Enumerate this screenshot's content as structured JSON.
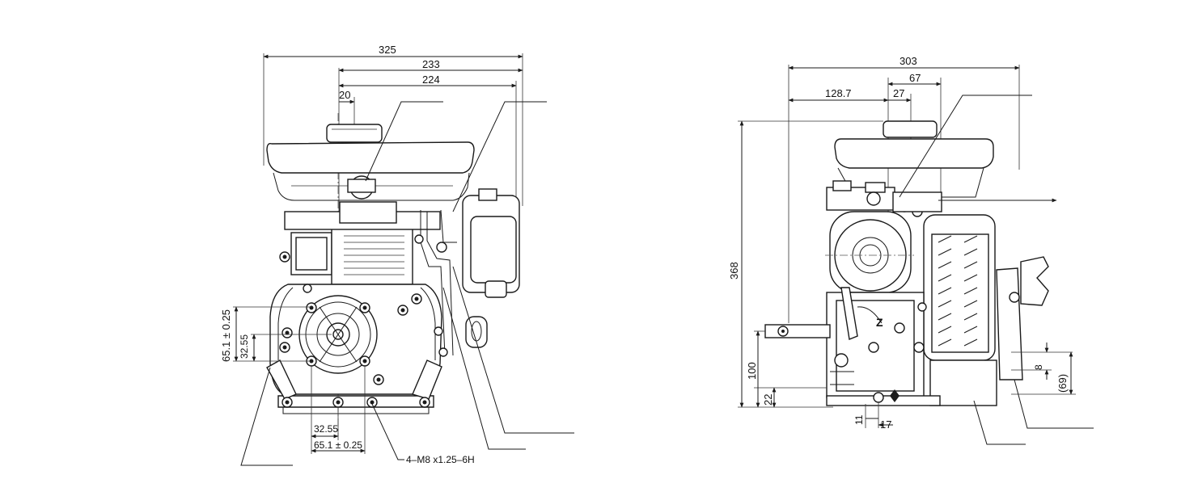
{
  "front_view": {
    "dims": {
      "overall_width": "325",
      "width_233": "233",
      "width_224": "224",
      "offset_20": "20",
      "vert_65_1": "65.1 ± 0.25",
      "vert_32_55": "32.55",
      "horiz_32_55": "32.55",
      "horiz_65_1": "65.1 ± 0.25",
      "bolt_spec": "4–M8 x1.25–6H"
    }
  },
  "side_view": {
    "dims": {
      "overall_depth": "303",
      "depth_67": "67",
      "depth_128_7": "128.7",
      "depth_27": "27",
      "overall_height": "368",
      "height_100": "100",
      "height_22": "22",
      "dim_11": "11",
      "dim_17": "17",
      "dim_8": "8",
      "dim_69": "(69)",
      "label_z": "Z"
    }
  }
}
